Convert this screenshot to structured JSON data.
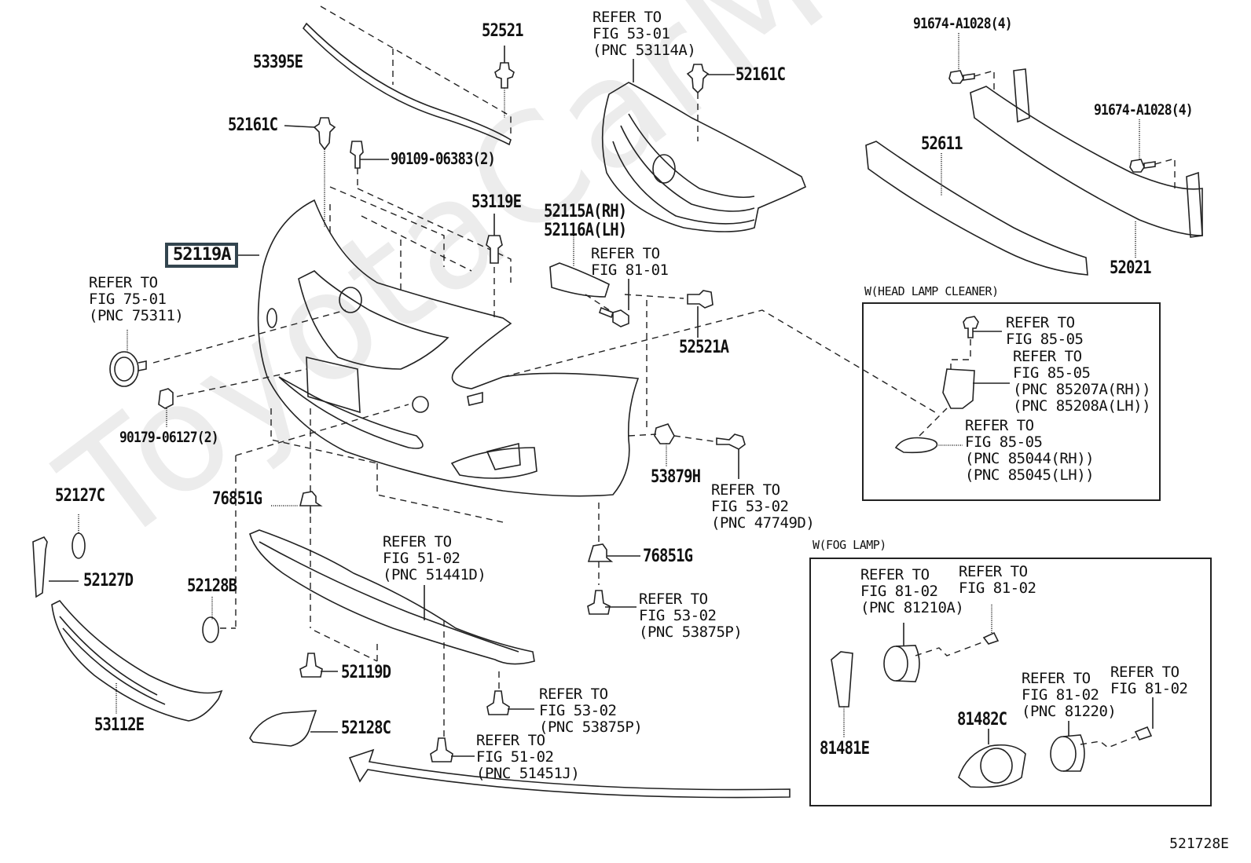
{
  "diagram": {
    "figure_id": "521728E",
    "watermark": "ToyotaCarMine.ru",
    "highlighted_part": "52119A",
    "parts": {
      "p53395E": "53395E",
      "p52521": "52521",
      "p52161C_left": "52161C",
      "p90109": "90109-06383(2)",
      "p53119E": "53119E",
      "p52119A": "52119A",
      "p52161C_right": "52161C",
      "p91674_top": "91674-A1028(4)",
      "p91674_right": "91674-A1028(4)",
      "p52611": "52611",
      "p52021": "52021",
      "p52115A": "52115A(RH)",
      "p52116A": "52116A(LH)",
      "p52521A": "52521A",
      "p90179": "90179-06127(2)",
      "p53879H": "53879H",
      "p76851G_left": "76851G",
      "p76851G_right": "76851G",
      "p52127C": "52127C",
      "p52127D": "52127D",
      "p52128B": "52128B",
      "p52119D": "52119D",
      "p53112E": "53112E",
      "p52128C": "52128C",
      "p81481E": "81481E",
      "p81482C": "81482C"
    },
    "references": {
      "grille": "REFER TO\nFIG 53-01\n(PNC 53114A)",
      "emblem": "REFER TO\nFIG 75-01\n(PNC 75311)",
      "fig8101": "REFER TO\nFIG 81-01",
      "fig5302_47749D": "REFER TO\nFIG 53-02\n(PNC 47749D)",
      "fig5102_51441D": "REFER TO\nFIG 51-02\n(PNC 51441D)",
      "fig5302_53875P_a": "REFER TO\nFIG 53-02\n(PNC 53875P)",
      "fig5302_53875P_b": "REFER TO\nFIG 53-02\n(PNC 53875P)",
      "fig5102_51451J": "REFER TO\nFIG 51-02\n(PNC 51451J)"
    },
    "head_lamp_cleaner": {
      "title": "W(HEAD LAMP CLEANER)",
      "ref1": "REFER TO\nFIG 85-05",
      "ref2": "REFER TO\nFIG 85-05\n(PNC 85207A(RH))\n(PNC 85208A(LH))",
      "ref3": "REFER TO\nFIG 85-05\n(PNC 85044(RH))\n(PNC 85045(LH))"
    },
    "fog_lamp": {
      "title": "W(FOG LAMP)",
      "ref1": "REFER TO\nFIG 81-02\n(PNC 81210A)",
      "ref2": "REFER TO\nFIG 81-02",
      "ref3": "REFER TO\nFIG 81-02\n(PNC 81220)",
      "ref4": "REFER TO\nFIG 81-02"
    }
  }
}
